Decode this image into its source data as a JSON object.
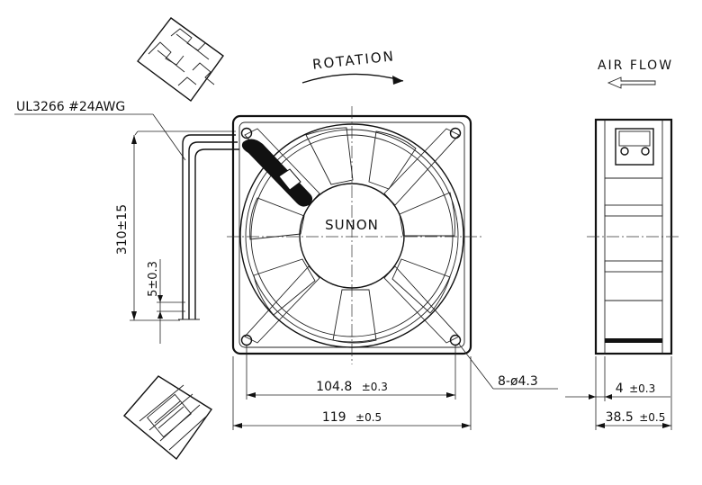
{
  "labels": {
    "rotation": "ROTATION",
    "air_flow": "AIR FLOW",
    "wire_spec": "UL3266 #24AWG",
    "brand": "SUNON",
    "lead_length": "310±15",
    "strip_length": "5±0.3",
    "hole_spacing_value": "104.8",
    "hole_spacing_tol": "±0.3",
    "frame_size_value": "119",
    "frame_size_tol": "±0.5",
    "holes": "8-ø4.3",
    "flange_value": "4",
    "flange_tol": "±0.3",
    "depth_value": "38.5",
    "depth_tol": "±0.5"
  }
}
